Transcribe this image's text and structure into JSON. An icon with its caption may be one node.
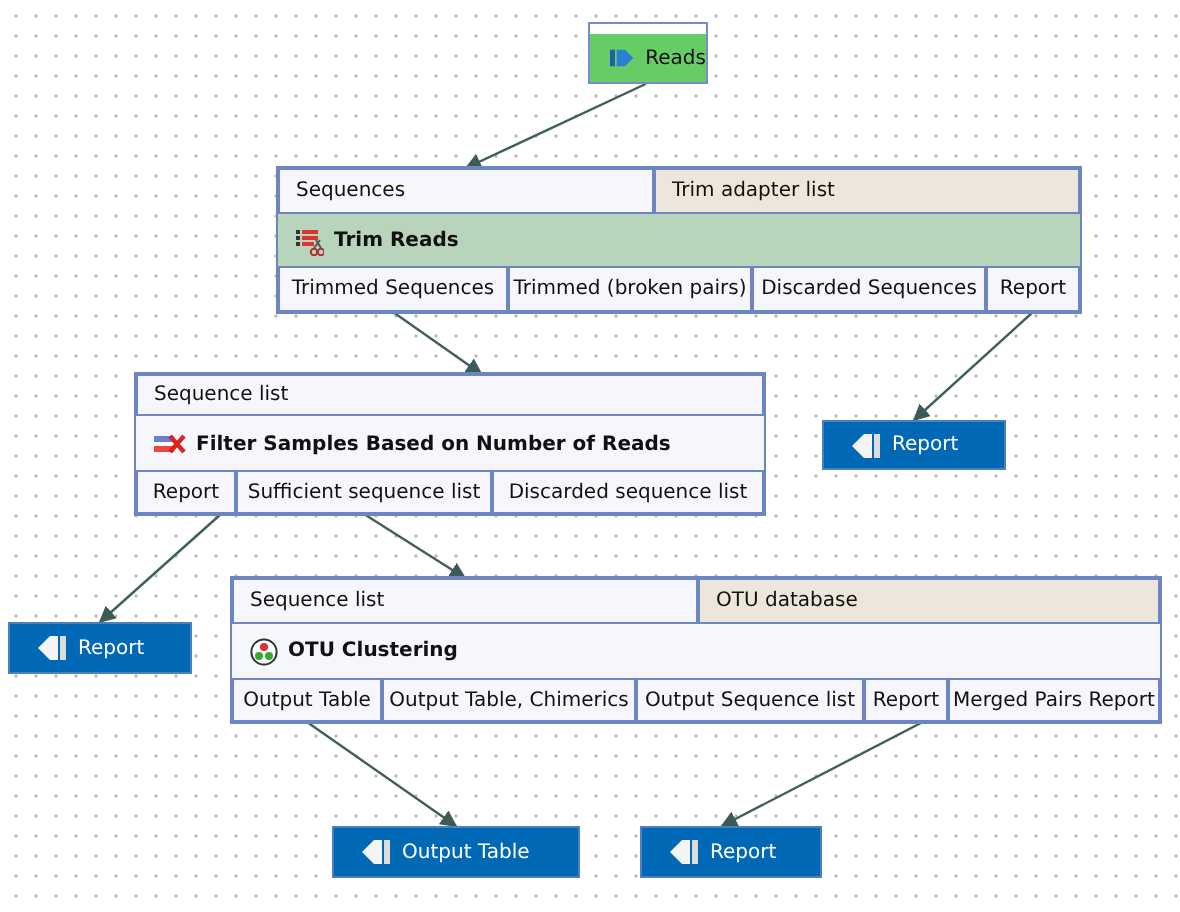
{
  "diagram": {
    "nodes": [
      {
        "text": [
          "Reads"
        ]
      },
      {
        "text": [
          "Trim Reads"
        ]
      },
      {
        "text": [
          "Sequences"
        ],
        "in": 1
      },
      {
        "text": [
          "Trim adapter list"
        ],
        "in": 1
      },
      {
        "text": [
          "Trimmed Sequences"
        ],
        "in": 1
      },
      {
        "text": [
          "Trimmed (broken pairs)"
        ],
        "in": 1
      },
      {
        "text": [
          "Discarded Sequences"
        ],
        "in": 1
      },
      {
        "text": [
          "Report"
        ],
        "in": 1
      },
      {
        "text": [
          "Filter Samples Based on Number of Reads"
        ]
      },
      {
        "text": [
          "Sequence list"
        ],
        "in": 8
      },
      {
        "text": [
          "Report"
        ],
        "in": 8
      },
      {
        "text": [
          "Sufficient sequence list"
        ],
        "in": 8
      },
      {
        "text": [
          "Discarded sequence list"
        ],
        "in": 8
      },
      {
        "text": [
          "Report"
        ]
      },
      {
        "text": [
          "Report"
        ]
      },
      {
        "text": [
          "OTU Clustering"
        ]
      },
      {
        "text": [
          "Sequence list"
        ],
        "in": 15
      },
      {
        "text": [
          "OTU database"
        ],
        "in": 15
      },
      {
        "text": [
          "Output Table"
        ],
        "in": 15
      },
      {
        "text": [
          "Output Table, Chimerics"
        ],
        "in": 15
      },
      {
        "text": [
          "Output Sequence list"
        ],
        "in": 15
      },
      {
        "text": [
          "Report"
        ],
        "in": 15
      },
      {
        "text": [
          "Merged Pairs Report"
        ],
        "in": 15
      },
      {
        "text": [
          "Output Table"
        ]
      },
      {
        "text": [
          "Report"
        ]
      }
    ],
    "edges": [
      {
        "from": 0,
        "to": 2,
        "arrow": "to"
      },
      {
        "from": 4,
        "to": 9,
        "arrow": "to"
      },
      {
        "from": 7,
        "to": 13,
        "arrow": "to"
      },
      {
        "from": 10,
        "to": 14,
        "arrow": "to"
      },
      {
        "from": 11,
        "to": 16,
        "arrow": "to"
      },
      {
        "from": 18,
        "to": 23,
        "arrow": "to"
      },
      {
        "from": 21,
        "to": 24,
        "arrow": "to"
      }
    ]
  }
}
